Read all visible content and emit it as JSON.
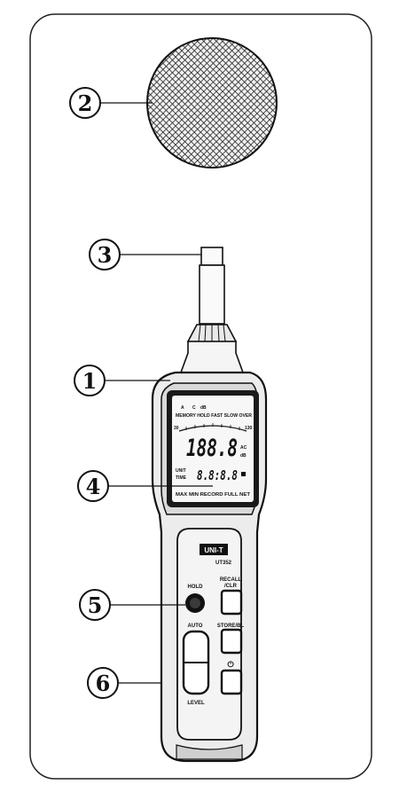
{
  "callouts": {
    "c1": "1",
    "c2": "2",
    "c3": "3",
    "c4": "4",
    "c5": "5",
    "c6": "6"
  },
  "lcd": {
    "top_small_1": "A",
    "top_small_2": "C",
    "top_small_3": "dB",
    "top_row": "MEMORY  HOLD  FAST  SLOW  OVER",
    "scale_left": "30",
    "scale_right": "130",
    "main_reading": "188.8",
    "unit_right_1": "AC",
    "unit_right_2": "dB",
    "left_label_1": "UNIT",
    "left_label_2": "TIME",
    "secondary_reading": "8.8:8.8",
    "bottom_row": "MAX  MIN  RECORD  FULL  NET"
  },
  "device": {
    "brand": "UNI-T",
    "model": "UT352"
  },
  "buttons": {
    "hold": "HOLD",
    "recall": "RECALL",
    "recall_sub": "/CLR",
    "store": "STORE/BL",
    "auto": "AUTO",
    "level": "LEVEL",
    "power_symbol": "⏻"
  }
}
